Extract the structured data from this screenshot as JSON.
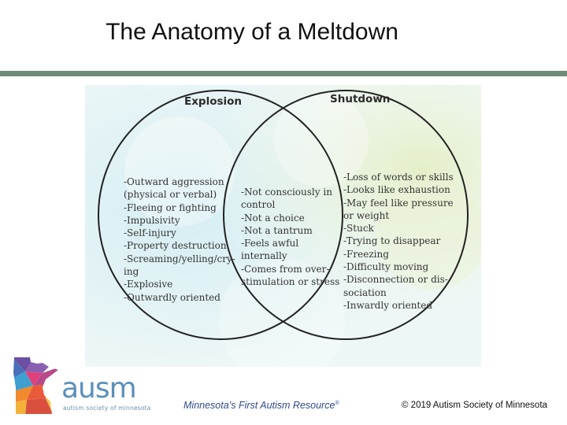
{
  "title": "The Anatomy of a Meltdown",
  "colors": {
    "rule": "#6f8a77",
    "tagline": "#2d4a8a",
    "logo": "#5a8fb8"
  },
  "venn": {
    "left_set": {
      "label": "Explosion",
      "items": [
        "-Outward aggression",
        "(physical or verbal)",
        "-Fleeing or fighting",
        "-Impulsivity",
        "-Self-injury",
        "-Property destruction",
        "-Screaming/yelling/cry-",
        "ing",
        "-Explosive",
        "-Outwardly oriented"
      ]
    },
    "overlap": {
      "items": [
        "-Not consciously in",
        "control",
        "-Not a choice",
        "-Not a tantrum",
        "-Feels awful",
        "internally",
        "-Comes from over-",
        "stimulation or stress"
      ]
    },
    "right_set": {
      "label": "Shutdown",
      "items": [
        "-Loss of words or skills",
        "-Looks like exhaustion",
        "-May feel like pressure",
        "or weight",
        "-Stuck",
        "-Trying to disappear",
        "-Freezing",
        "-Difficulty moving",
        "-Disconnection or dis-",
        "sociation",
        "-Inwardly oriented"
      ]
    }
  },
  "footer": {
    "logo_word": "ausm",
    "logo_sub": "autism society of minnesota",
    "tagline": "Minnesota’s First Autism Resource",
    "tagline_mark": "®",
    "copyright": "© 2019 Autism Society of Minnesota"
  }
}
